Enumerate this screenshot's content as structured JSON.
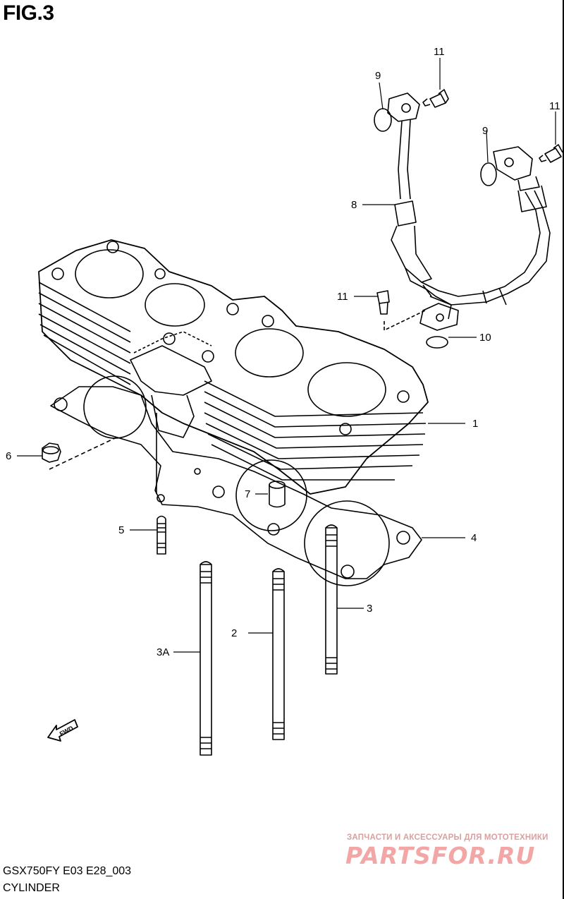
{
  "figure": {
    "title": "FIG.3"
  },
  "callouts": [
    {
      "id": "c-1",
      "label": "1"
    },
    {
      "id": "c-2",
      "label": "2"
    },
    {
      "id": "c-3",
      "label": "3"
    },
    {
      "id": "c-3a",
      "label": "3A"
    },
    {
      "id": "c-4",
      "label": "4"
    },
    {
      "id": "c-5",
      "label": "5"
    },
    {
      "id": "c-6",
      "label": "6"
    },
    {
      "id": "c-7",
      "label": "7"
    },
    {
      "id": "c-8",
      "label": "8"
    },
    {
      "id": "c-9a",
      "label": "9"
    },
    {
      "id": "c-9b",
      "label": "9"
    },
    {
      "id": "c-10",
      "label": "10"
    },
    {
      "id": "c-11a",
      "label": "11"
    },
    {
      "id": "c-11b",
      "label": "11"
    },
    {
      "id": "c-11c",
      "label": "11"
    }
  ],
  "fwd_label": "FWD",
  "footer": {
    "code": "GSX750FY E03 E28_003",
    "name": "CYLINDER"
  },
  "watermark": {
    "tagline": "ЗАПЧАСТИ И АКСЕССУАРЫ ДЛЯ МОТОТЕХНИКИ",
    "logo": "PARTSFOR.RU",
    "color": "#f2a6a6"
  }
}
